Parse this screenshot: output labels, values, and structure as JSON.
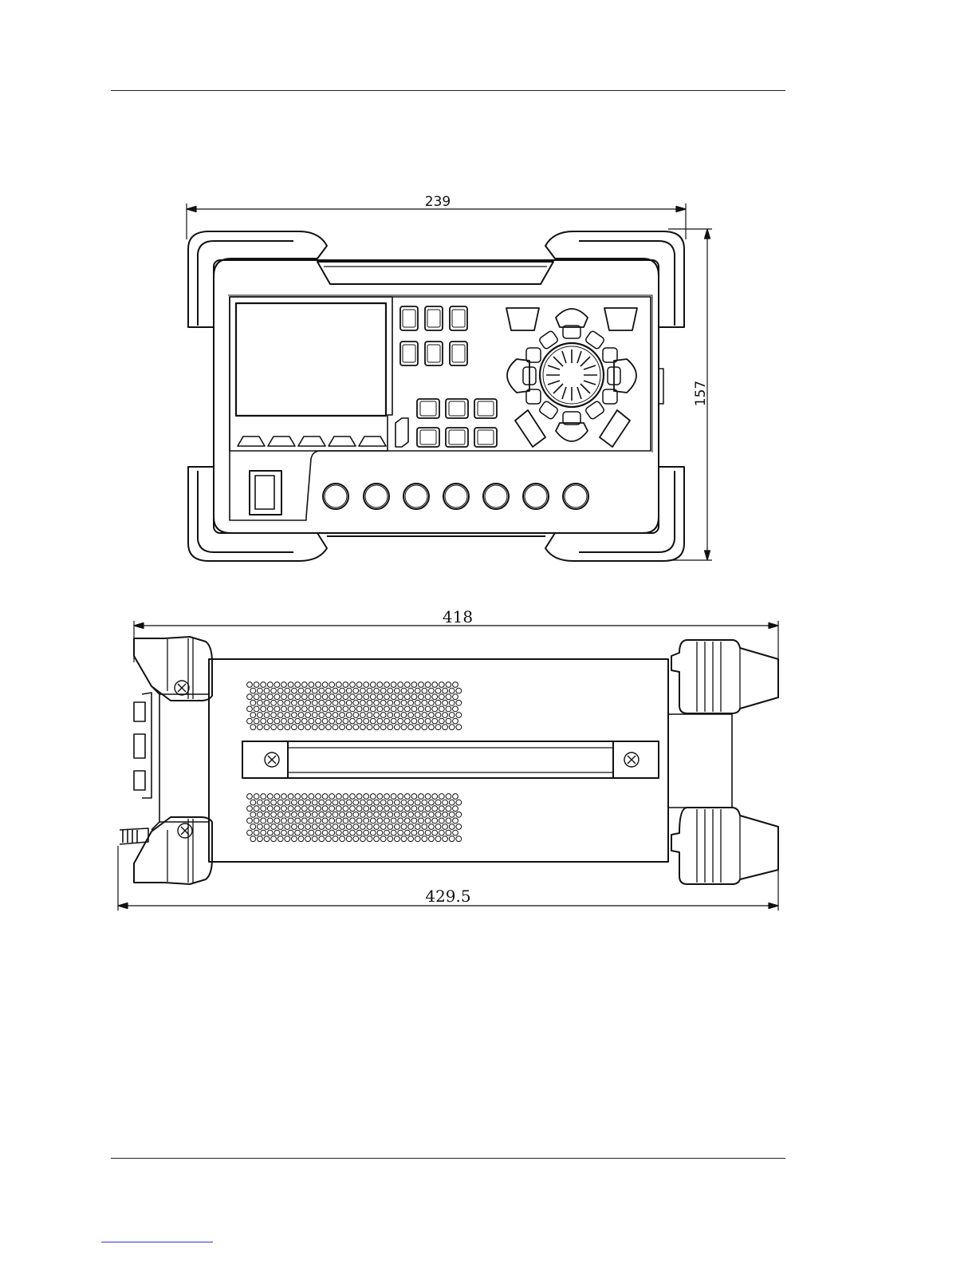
{
  "front_view": {
    "width_label": "239",
    "height_label": "157"
  },
  "side_view": {
    "length_label": "418",
    "overall_length_label": "429.5"
  }
}
